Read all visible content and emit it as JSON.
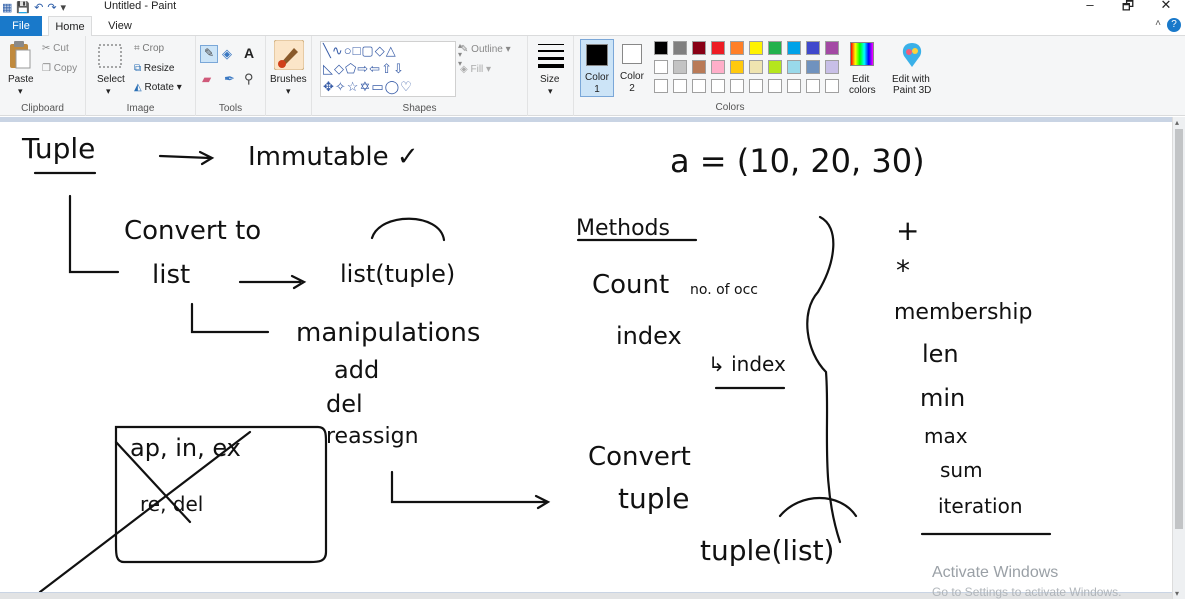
{
  "window": {
    "title": "Untitled - Paint",
    "controls": [
      "–",
      "🗗",
      "✕"
    ]
  },
  "tabs": {
    "file": "File",
    "home": "Home",
    "view": "View"
  },
  "ribbon": {
    "clipboard": {
      "label": "Clipboard",
      "paste": "Paste",
      "cut": "Cut",
      "copy": "Copy"
    },
    "image": {
      "label": "Image",
      "select": "Select",
      "crop": "Crop",
      "resize": "Resize",
      "rotate": "Rotate"
    },
    "tools": {
      "label": "Tools"
    },
    "brushes": {
      "label": "Brushes"
    },
    "shapes": {
      "label": "Shapes",
      "outline": "Outline",
      "fill": "Fill"
    },
    "size": {
      "label": "Size"
    },
    "color1": {
      "label": "Color",
      "num": "1"
    },
    "color2": {
      "label": "Color",
      "num": "2"
    },
    "colors": {
      "label": "Colors"
    },
    "edit_colors": {
      "line1": "Edit",
      "line2": "colors"
    },
    "edit_3d": {
      "line1": "Edit with",
      "line2": "Paint 3D"
    },
    "palette_row1": [
      "#000000",
      "#7f7f7f",
      "#880015",
      "#ed1c24",
      "#ff7f27",
      "#fff200",
      "#22b14c",
      "#00a2e8",
      "#3f48cc",
      "#a349a4"
    ],
    "palette_row2": [
      "#ffffff",
      "#c3c3c3",
      "#b97a57",
      "#ffaec9",
      "#ffc90e",
      "#efe4b0",
      "#b5e61d",
      "#99d9ea",
      "#7092be",
      "#c8bfe7"
    ]
  },
  "drawing": {
    "tuple": "Tuple",
    "arrow1": "⟶",
    "immutable": "Immutable ✓",
    "a_def": "a = (10, 20, 30)",
    "convert_to": "Convert to",
    "list": "list",
    "list_tuple": "list(tuple)",
    "manipulations": "manipulations",
    "add": "add",
    "del": "del",
    "reassign": "reassign",
    "methods": "Methods",
    "count": "Count",
    "no_occ": "no. of occ",
    "index": "index",
    "index2": "↳ index",
    "plus": "+",
    "star": "*",
    "membership": "membership",
    "len": "len",
    "min": "min",
    "max": "max",
    "sum": "sum",
    "iteration": "iteration",
    "ap_in_ex": "ap, in, ex",
    "re_del": "re, del",
    "convert": "Convert",
    "tuple2": "tuple",
    "tuple_list": "tuple(list)"
  },
  "watermark": {
    "title": "Activate Windows",
    "sub": "Go to Settings to activate Windows."
  }
}
